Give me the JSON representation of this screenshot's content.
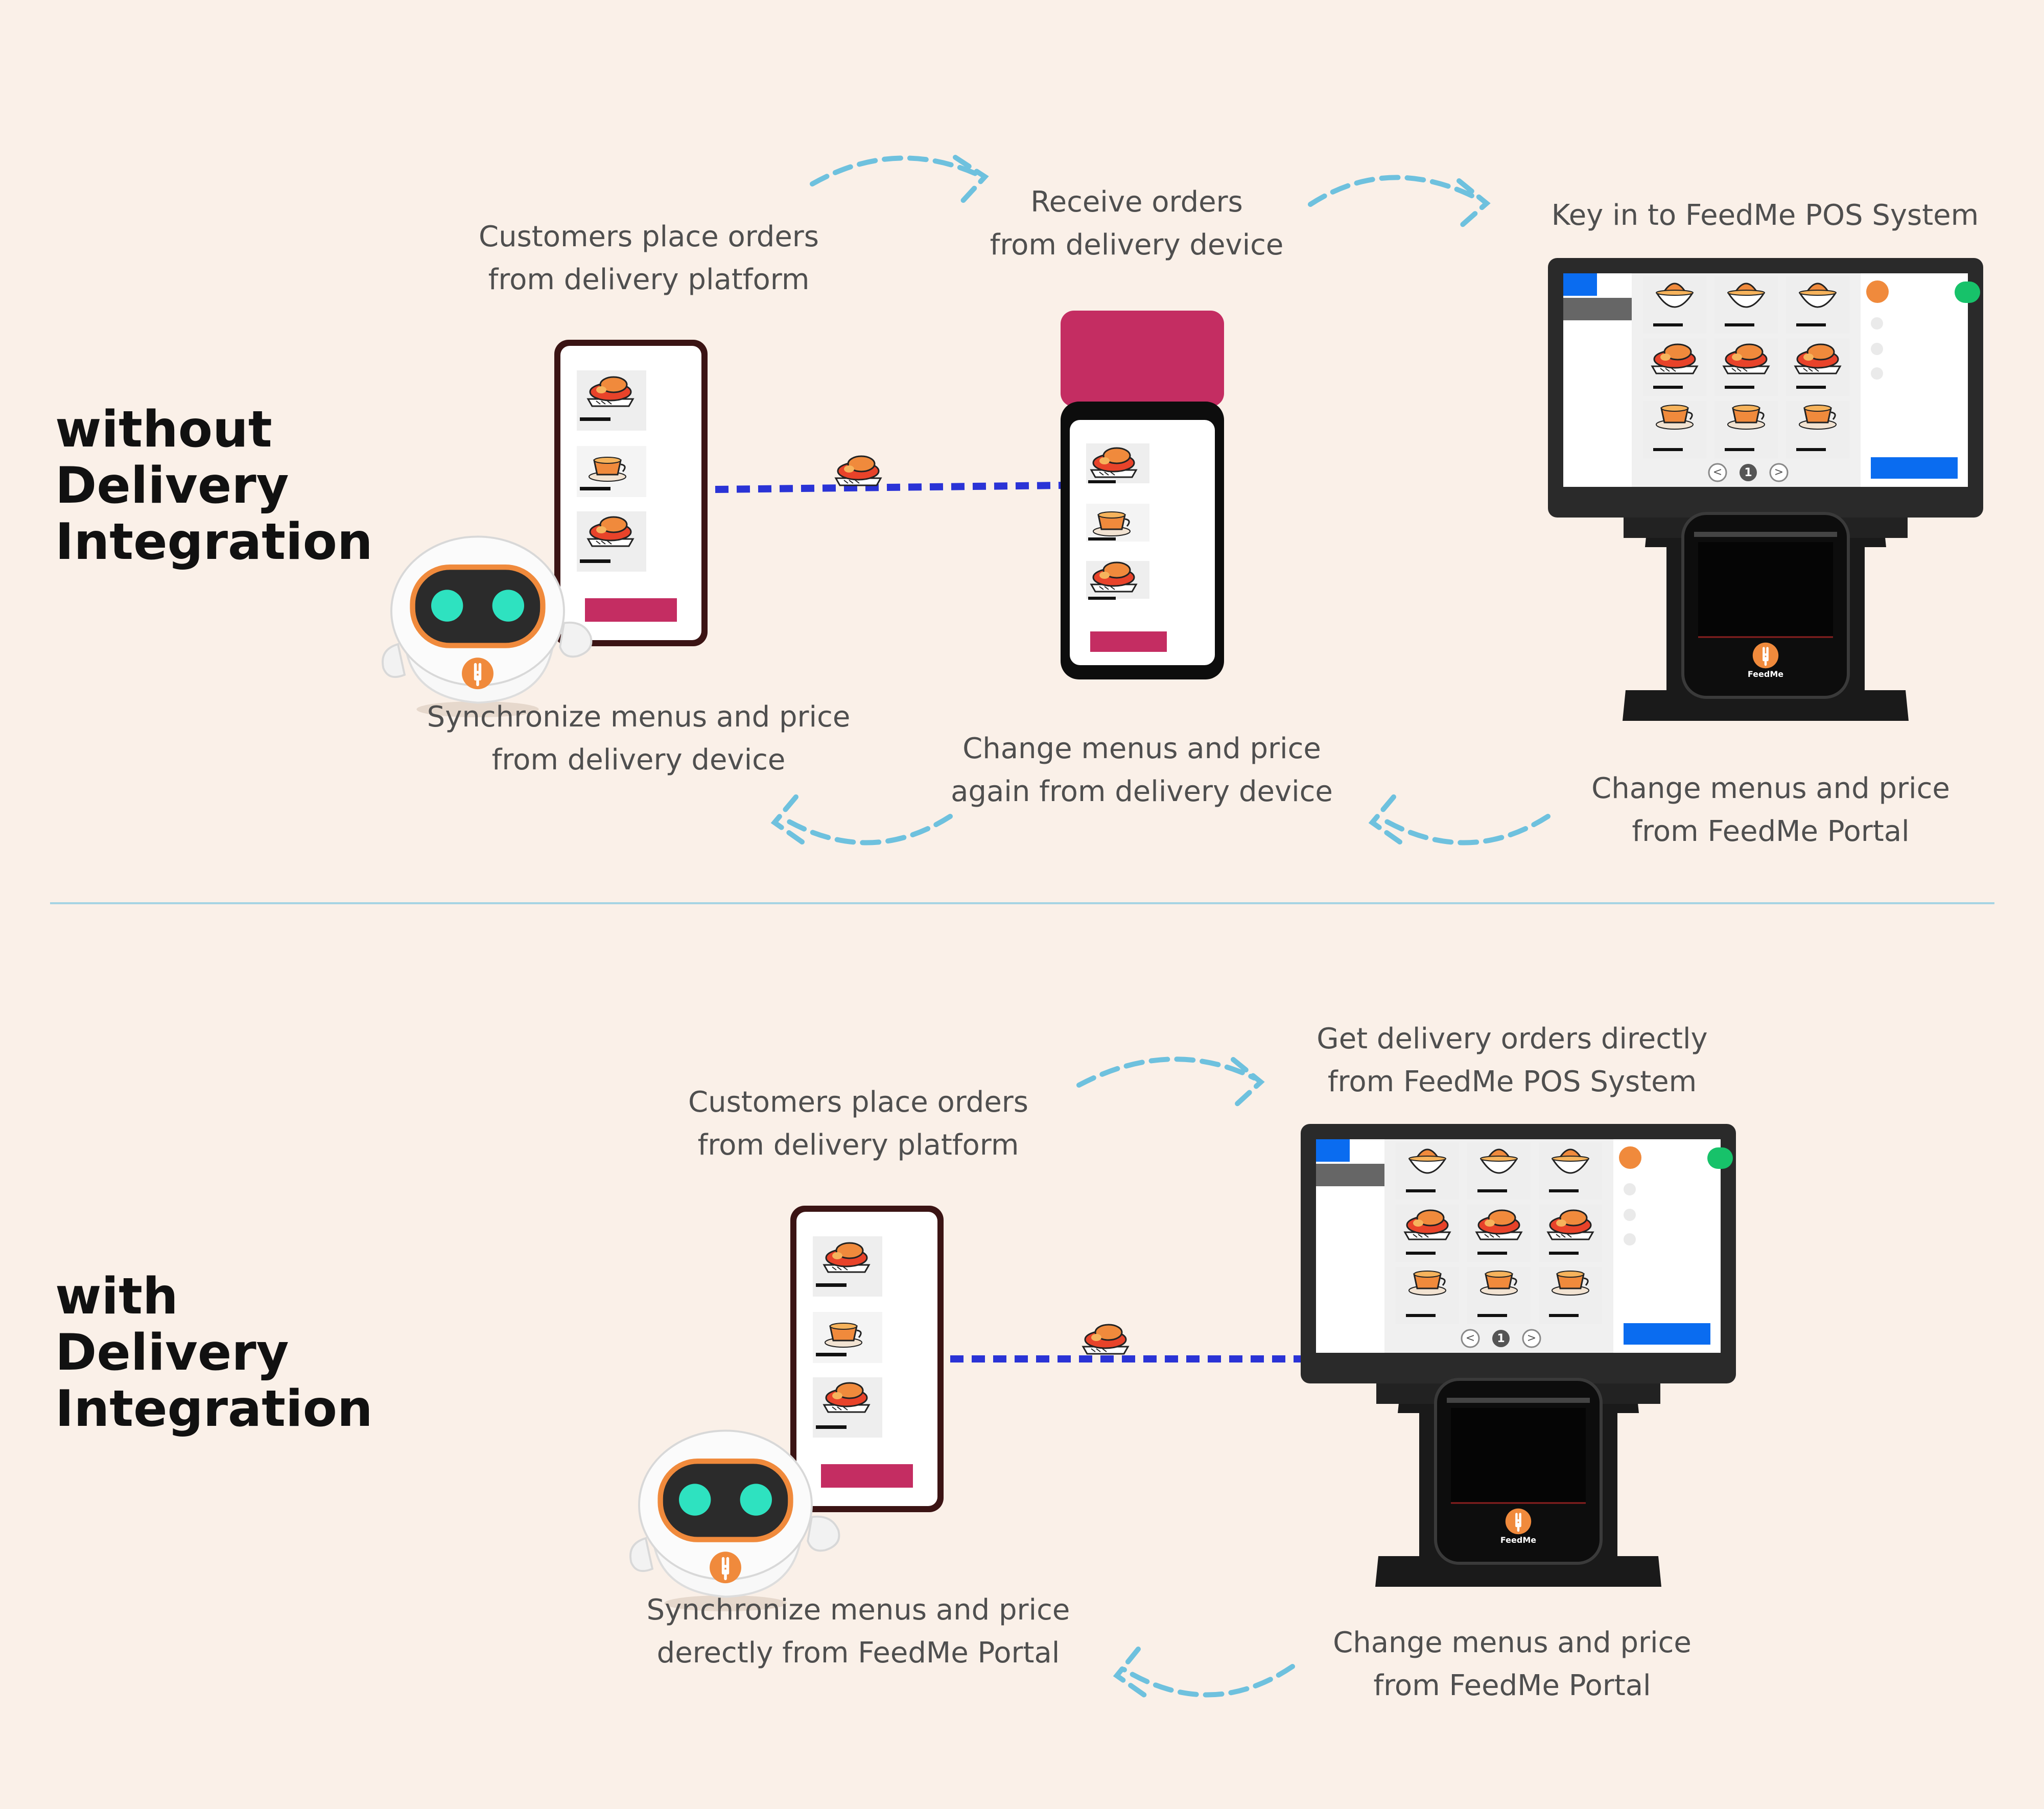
{
  "colors": {
    "background": "#faf0e8",
    "arrow": "#6ec1de",
    "connector": "#2a33d6",
    "brand_orange": "#f08a3c",
    "brand_red": "#e8432a",
    "delivery_device_magenta": "#c42d62",
    "button_blue": "#0a6cf0",
    "status_green": "#17c26a",
    "divider": "#a6d4e3"
  },
  "top_section": {
    "heading": "without\nDelivery\nIntegration",
    "captions": {
      "place_orders": "Customers place orders\nfrom delivery platform",
      "receive_orders": "Receive orders\nfrom delivery device",
      "key_in": "Key in to FeedMe POS System",
      "sync_menus": "Synchronize menus and price\nfrom delivery device",
      "change_again": "Change menus and price\nagain from delivery device",
      "change_portal": "Change menus and price\nfrom FeedMe Portal"
    },
    "pos_brand": "FeedMe",
    "pos_page_prev": "<",
    "pos_page": "1",
    "pos_page_next": ">"
  },
  "bottom_section": {
    "heading": "with\nDelivery\nIntegration",
    "captions": {
      "place_orders": "Customers place orders\nfrom delivery platform",
      "get_orders": "Get delivery orders directly\nfrom FeedMe POS System",
      "sync_menus": "Synchronize menus and price\nderectly from FeedMe Portal",
      "change_portal": "Change menus and price\nfrom FeedMe Portal"
    },
    "pos_brand": "FeedMe",
    "pos_page_prev": "<",
    "pos_page": "1",
    "pos_page_next": ">"
  },
  "icons": {
    "robot": "robot-mascot-icon",
    "food": "food-plate-icon",
    "cup": "cup-icon",
    "bowl": "bowl-icon",
    "logo": "feedme-fork-logo-icon"
  }
}
